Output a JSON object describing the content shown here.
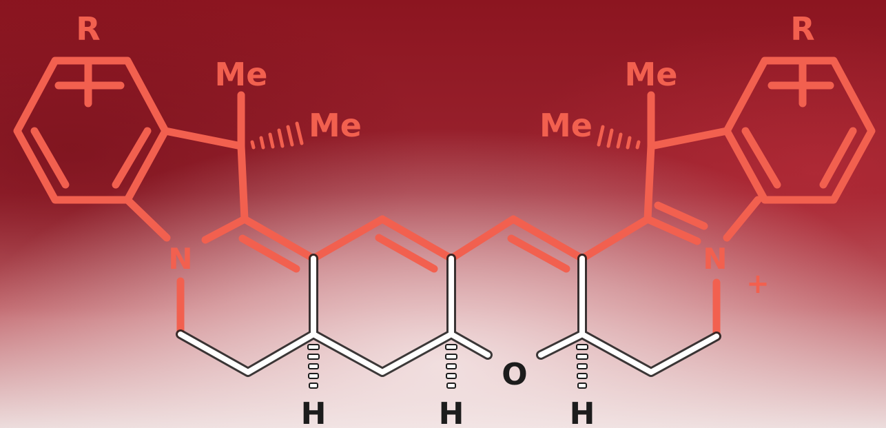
{
  "colors": {
    "background_top": "#8e1622",
    "background_mid": "#a32a35",
    "background_bottom": "#e8d6d6",
    "red_bonds": "#f2604f",
    "white_bonds": "#ffffff",
    "dark_labels": "#1c1c1c"
  },
  "labels": {
    "r_left": "R",
    "r_right": "R",
    "me_left_top": "Me",
    "me_left_side": "Me",
    "me_right_top": "Me",
    "me_right_side": "Me",
    "n_left": "N",
    "n_right": "N",
    "charge_plus": "+",
    "oxygen": "O",
    "h_left": "H",
    "h_middle": "H",
    "h_right": "H"
  }
}
